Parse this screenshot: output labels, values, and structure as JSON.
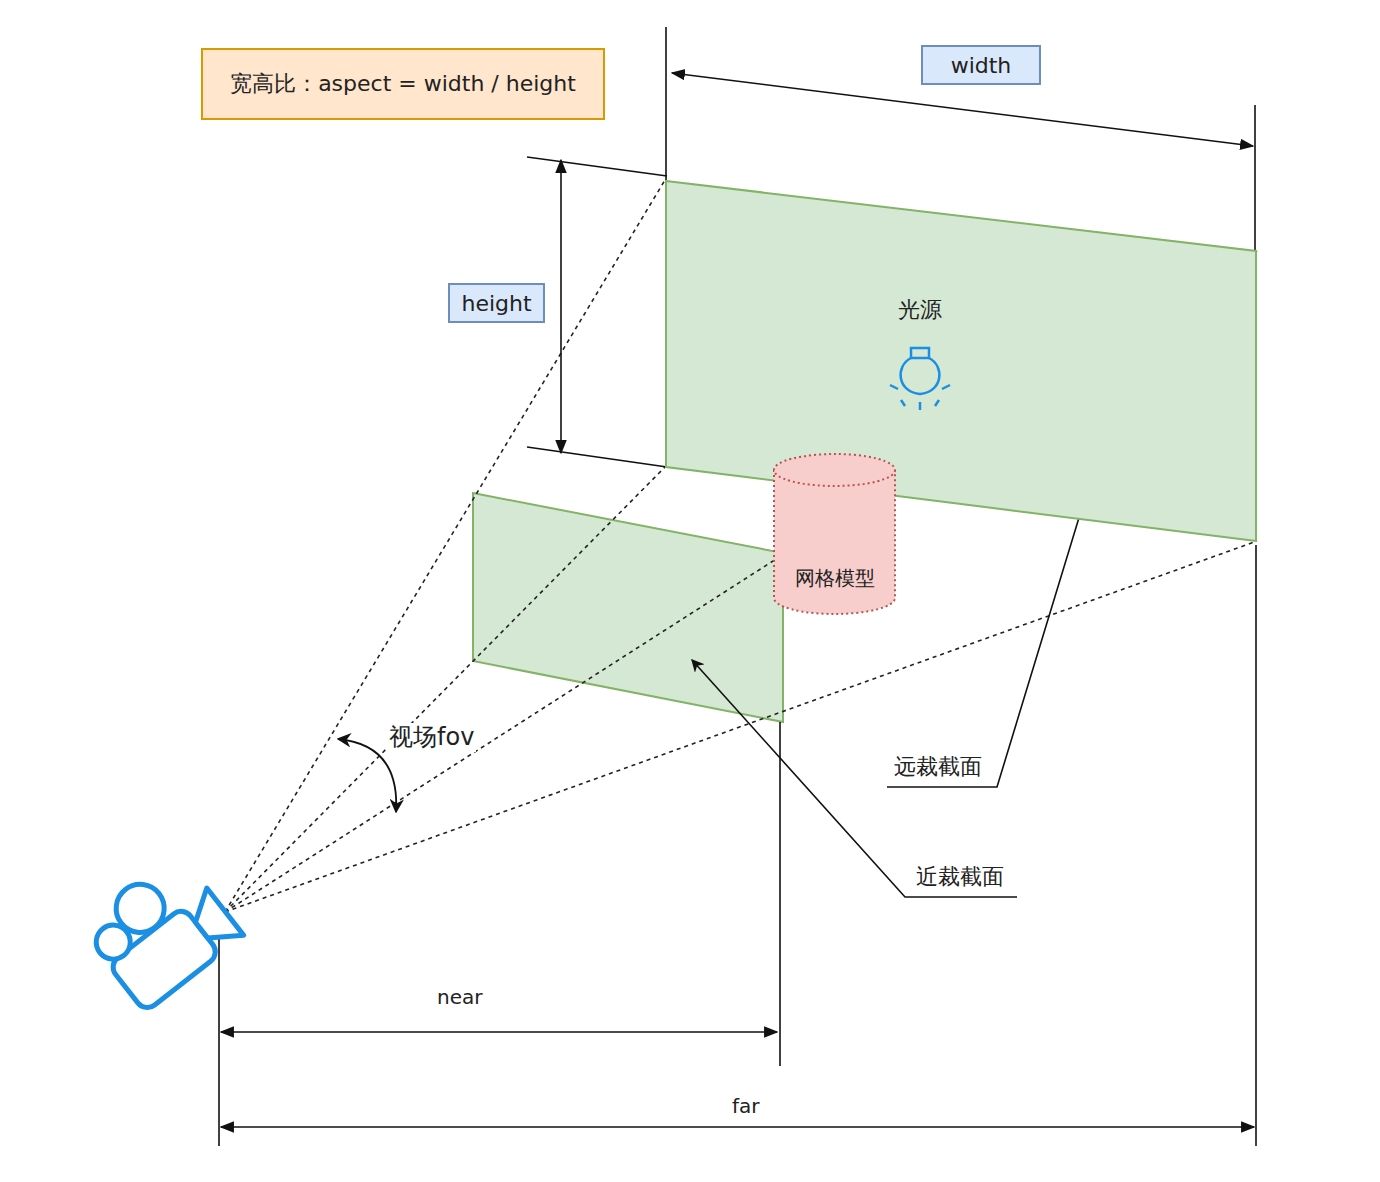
{
  "diagram": {
    "nodes": [
      {
        "text": [
          "宽高比：aspect = width / height"
        ]
      },
      {
        "text": [
          "width"
        ]
      },
      {
        "text": [
          "height"
        ]
      },
      {
        "text": [
          "光源"
        ]
      },
      {
        "text": [
          "网格模型"
        ]
      }
    ],
    "labels": [
      "视场fov",
      "远裁截面",
      "近裁截面",
      "near",
      "far"
    ]
  }
}
